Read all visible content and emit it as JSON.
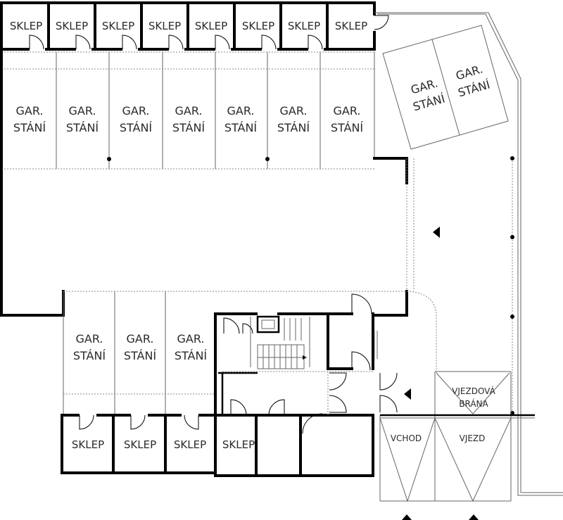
{
  "labels": {
    "sklep": "SKLEP",
    "gar_line1": "GAR.",
    "gar_line2": "STÁNÍ",
    "vchod": "VCHOD",
    "vjezd": "VJEZD",
    "vjezdova_line1": "VJEZDOVÁ",
    "vjezdova_line2": "BRÁNA"
  }
}
